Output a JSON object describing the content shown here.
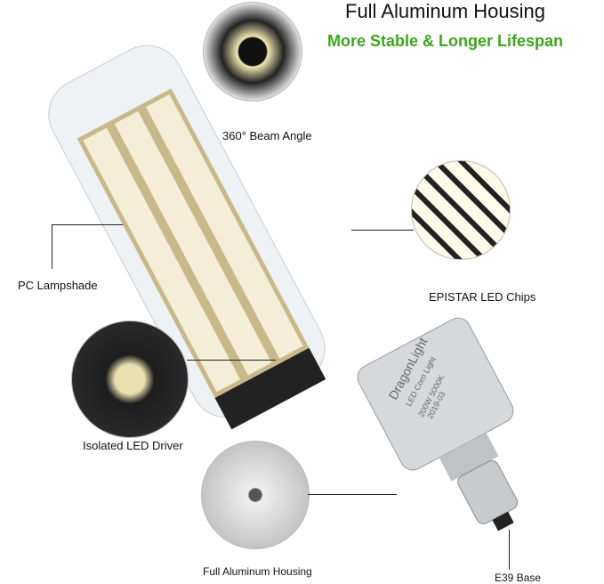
{
  "header": {
    "title": "Full Aluminum Housing",
    "subtitle": "More Stable & Longer Lifespan"
  },
  "labels": {
    "beam": "360° Beam Angle",
    "chips": "EPISTAR LED Chips",
    "shade": "PC Lampshade",
    "driver": "Isolated LED Driver",
    "housing": "Full Aluminum Housing",
    "base": "E39 Base"
  },
  "product_markings": {
    "brand": "DragonLight",
    "lines": [
      "LED Corn Light",
      "200W 5000K",
      "2019-03"
    ]
  },
  "colors": {
    "accent": "#3aa61b"
  }
}
